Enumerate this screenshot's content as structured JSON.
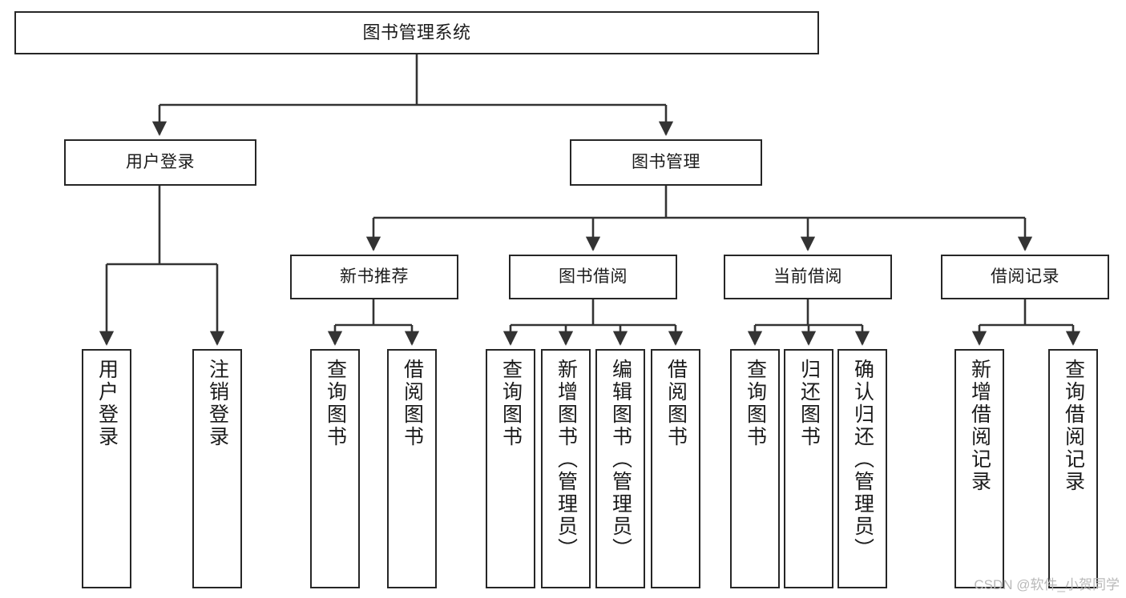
{
  "diagram": {
    "title": "图书管理系统",
    "type": "tree",
    "root": {
      "label": "图书管理系统"
    },
    "level1": [
      {
        "label": "用户登录"
      },
      {
        "label": "图书管理"
      }
    ],
    "level2": [
      {
        "label": "新书推荐"
      },
      {
        "label": "图书借阅"
      },
      {
        "label": "当前借阅"
      },
      {
        "label": "借阅记录"
      }
    ],
    "leaves": {
      "user_login": [
        {
          "label": "用户登录"
        },
        {
          "label": "注销登录"
        }
      ],
      "new_book_recommend": [
        {
          "label": "查询图书"
        },
        {
          "label": "借阅图书"
        }
      ],
      "book_borrow": [
        {
          "label": "查询图书"
        },
        {
          "label": "新增图书（管理员）"
        },
        {
          "label": "编辑图书（管理员）"
        },
        {
          "label": "借阅图书"
        }
      ],
      "current_borrow": [
        {
          "label": "查询图书"
        },
        {
          "label": "归还图书"
        },
        {
          "label": "确认归还（管理员）"
        }
      ],
      "borrow_record": [
        {
          "label": "新增借阅记录"
        },
        {
          "label": "查询借阅记录"
        }
      ]
    }
  },
  "watermark": {
    "text": "CSDN @软件_小贺同学"
  },
  "colors": {
    "background": "#ffffff",
    "node_fill": "#ffffff",
    "node_stroke": "#262626",
    "text": "#1b1b1b",
    "connector": "#333333",
    "watermark": "#b9b9b9"
  }
}
